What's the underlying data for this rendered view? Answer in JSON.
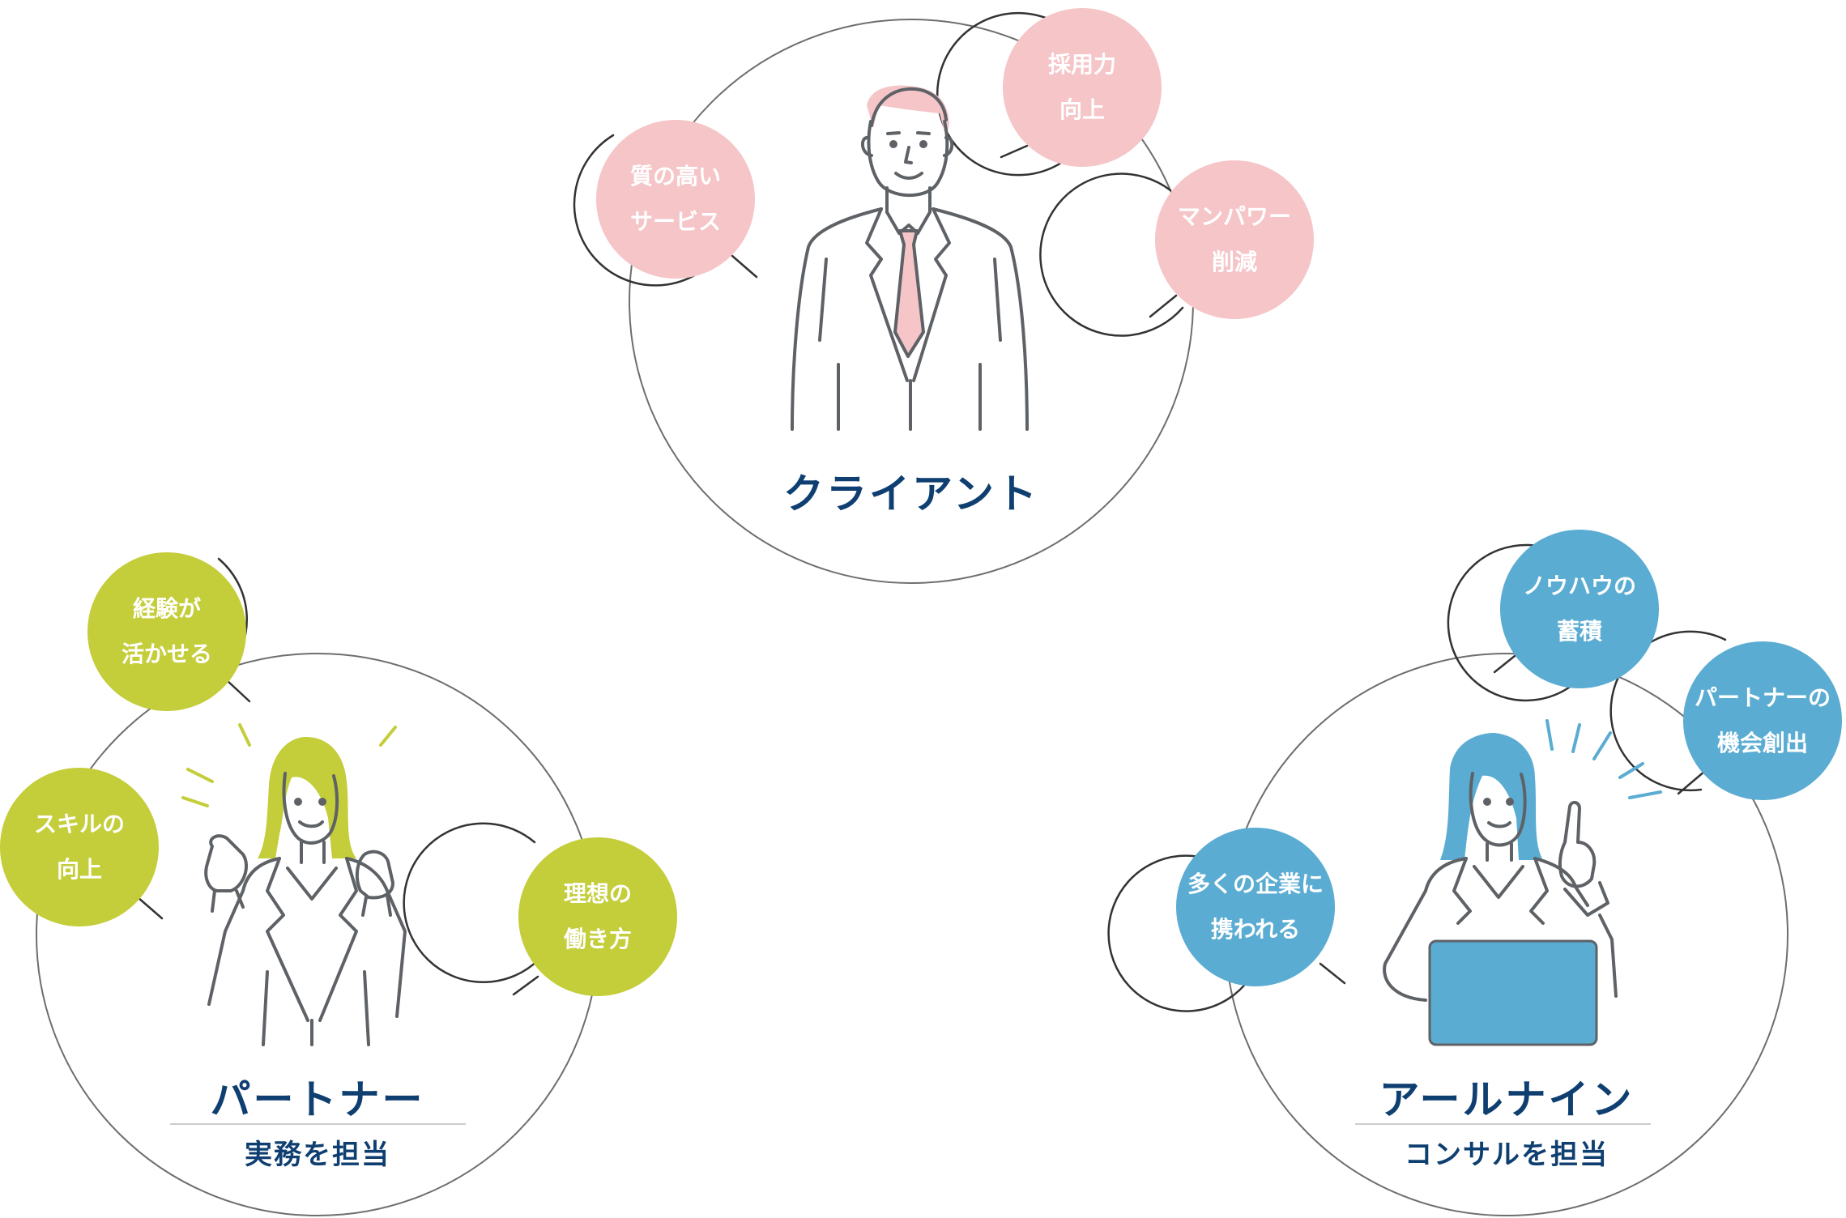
{
  "colors": {
    "client_accent": "#f5c5c8",
    "partner_accent": "#c4cd3a",
    "r9_accent": "#5bacd2",
    "title_color": "#0f3f71",
    "line_color": "#6e6e6e"
  },
  "client": {
    "title": "クライアント",
    "bubbles": [
      {
        "line1": "採用力",
        "line2": "向上"
      },
      {
        "line1": "質の高い",
        "line2": "サービス"
      },
      {
        "line1": "マンパワー",
        "line2": "削減"
      }
    ]
  },
  "partner": {
    "title": "パートナー",
    "subtitle": "実務を担当",
    "bubbles": [
      {
        "line1": "経験が",
        "line2": "活かせる"
      },
      {
        "line1": "スキルの",
        "line2": "向上"
      },
      {
        "line1": "理想の",
        "line2": "働き方"
      }
    ]
  },
  "r9": {
    "title": "アールナイン",
    "subtitle": "コンサルを担当",
    "bubbles": [
      {
        "line1": "ノウハウの",
        "line2": "蓄積"
      },
      {
        "line1": "パートナーの",
        "line2": "機会創出"
      },
      {
        "line1": "多くの企業に",
        "line2": "携われる"
      }
    ]
  },
  "icons": {
    "client_figure": "businessman-icon",
    "partner_figure": "cheering-businesswoman-icon",
    "r9_figure": "businesswoman-pointing-laptop-icon"
  }
}
